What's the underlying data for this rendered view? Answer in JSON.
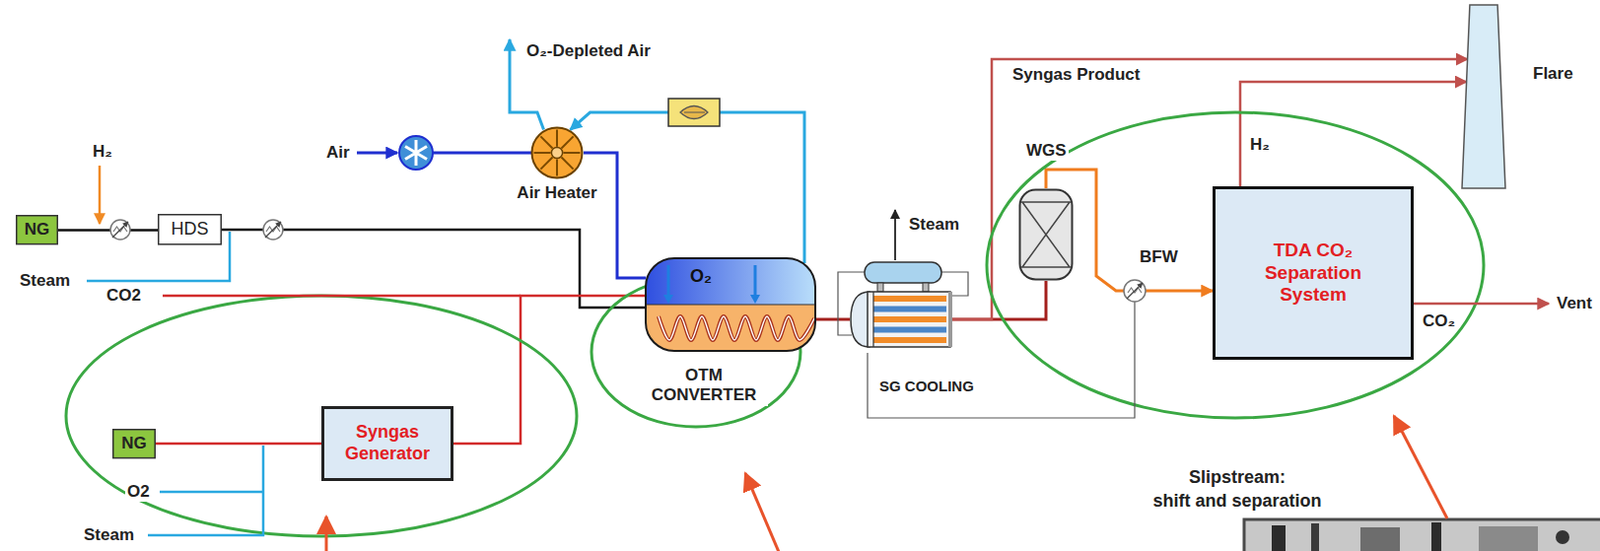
{
  "diagram": {
    "nodes": [
      {
        "text": [
          "NG"
        ]
      },
      {
        "text": [
          "HDS"
        ]
      },
      {
        "text": [
          "Air Heater"
        ]
      },
      {
        "text": [
          "NG"
        ]
      },
      {
        "text": [
          "Syngas Generator"
        ]
      },
      {
        "text": [
          "O₂",
          "OTM CONVERTER"
        ]
      },
      {
        "text": [
          "SG COOLING"
        ]
      },
      {
        "text": [
          "WGS"
        ]
      },
      {
        "text": [
          "TDA CO₂ Separation System"
        ]
      },
      {
        "text": [
          "Flare"
        ]
      }
    ],
    "edges": [
      {
        "from": 0,
        "to": 1,
        "arrow": "none"
      },
      {
        "from": 1,
        "to": 5,
        "arrow": "none"
      },
      {
        "from": 3,
        "to": 4,
        "arrow": "none"
      },
      {
        "from": 4,
        "to": 5,
        "arrow": "none"
      },
      {
        "from": 2,
        "to": 5,
        "arrow": "none"
      },
      {
        "from": 5,
        "to": 2,
        "arrow": "to"
      },
      {
        "from": 5,
        "to": 6,
        "arrow": "none"
      },
      {
        "from": 6,
        "to": 7,
        "arrow": "none"
      },
      {
        "from": 7,
        "to": 8,
        "arrow": "to"
      },
      {
        "from": 6,
        "to": 9,
        "arrow": "to",
        "label": "Syngas Product"
      },
      {
        "from": 8,
        "to": 9,
        "arrow": "to",
        "label": "H₂"
      }
    ],
    "labels": [
      "H₂",
      "Steam",
      "Air",
      "O₂-Depleted Air",
      "CO2",
      "O2",
      "Steam",
      "Steam",
      "BFW",
      "CO₂",
      "Vent",
      "Slipstream:",
      "shift and separation"
    ]
  }
}
